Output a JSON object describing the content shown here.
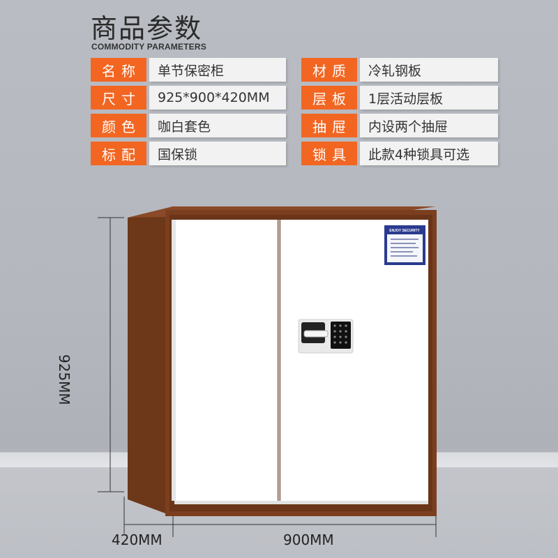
{
  "header": {
    "title": "商品参数",
    "subtitle": "COMMODITY PARAMETERS"
  },
  "params_left": [
    {
      "label": "名称",
      "value": "单节保密柜"
    },
    {
      "label": "尺寸",
      "value": "925*900*420MM"
    },
    {
      "label": "颜色",
      "value": "咖白套色"
    },
    {
      "label": "标配",
      "value": "国保锁"
    }
  ],
  "params_right": [
    {
      "label": "材质",
      "value": "冷轧钢板"
    },
    {
      "label": "层板",
      "value": "1层活动层板"
    },
    {
      "label": "抽屉",
      "value": "内设两个抽屉"
    },
    {
      "label": "锁具",
      "value": "此款4种锁具可选"
    }
  ],
  "dimensions": {
    "height": "925MM",
    "depth": "420MM",
    "width": "900MM"
  },
  "product_sticker": {
    "brand": "ENJOY SECURITY"
  },
  "colors": {
    "accent": "#f26622",
    "cabinet_frame": "#7a3f20",
    "door": "#ffffff"
  }
}
